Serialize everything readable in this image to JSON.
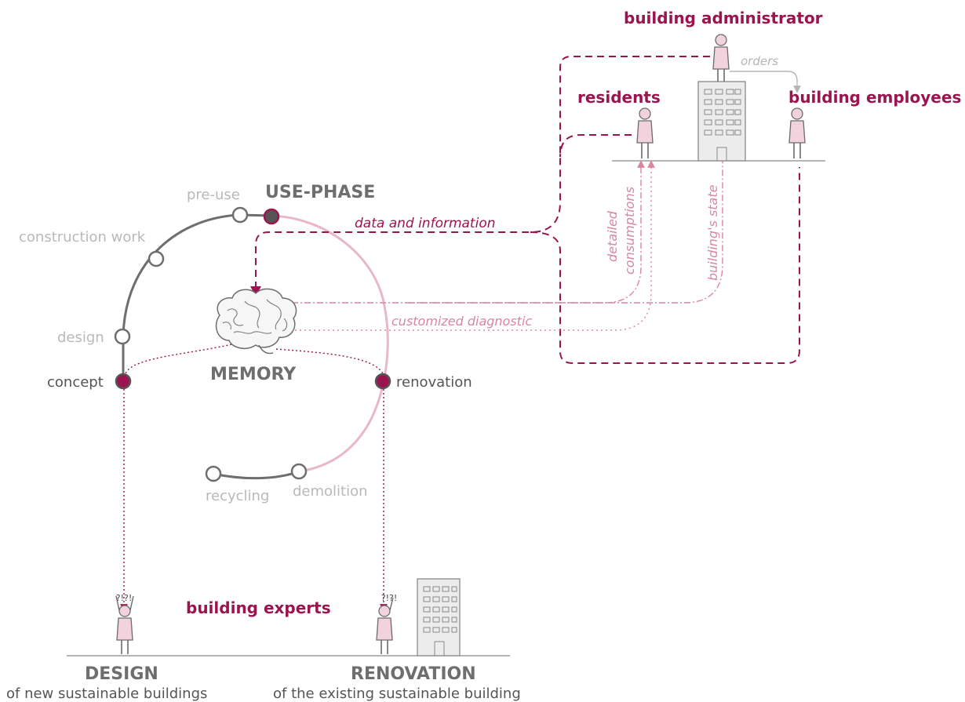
{
  "roles": {
    "administrator": "building administrator",
    "residents": "residents",
    "employees": "building employees",
    "experts": "building experts"
  },
  "flows": {
    "orders": "orders",
    "data_information": "data and information",
    "detailed_consumptions_line1": "detailed",
    "detailed_consumptions_line2": "consumptions",
    "buildings_state": "building's state",
    "customized_diagnostic": "customized diagnostic"
  },
  "lifecycle": {
    "pre_use": "pre-use",
    "use_phase": "USE-PHASE",
    "construction_work": "construction work",
    "design": "design",
    "concept": "concept",
    "memory": "MEMORY",
    "renovation": "renovation",
    "recycling": "recycling",
    "demolition": "demolition"
  },
  "outcomes": {
    "design_title": "DESIGN",
    "design_subtitle": "of new sustainable buildings",
    "renovation_title": "RENOVATION",
    "renovation_subtitle": "of the existing sustainable building"
  },
  "confusion_marks": "?!?!",
  "colors": {
    "accent": "#9b1450",
    "accent_light": "#d9869f",
    "lifecycle_line": "#6e6e6e",
    "lifecycle_line_light": "#e8b8c8",
    "muted_text": "#b9b9b9"
  },
  "icons": {
    "memory": "brain-icon",
    "person": "person-icon",
    "building": "building-icon"
  }
}
